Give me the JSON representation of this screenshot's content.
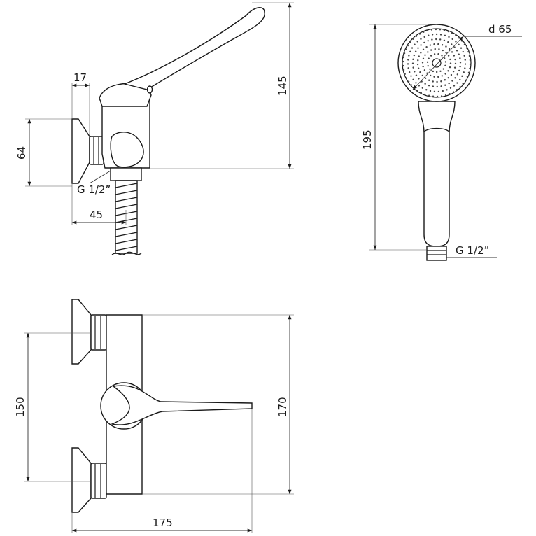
{
  "dimensions": {
    "side_view": {
      "offset": "17",
      "flange_height": "64",
      "thread": "G 1/2”",
      "depth": "45",
      "height": "145"
    },
    "hand_shower": {
      "diameter": "d 65",
      "length": "195",
      "thread": "G 1/2”"
    },
    "front_view": {
      "spacing": "150",
      "height": "170",
      "width": "175"
    }
  }
}
